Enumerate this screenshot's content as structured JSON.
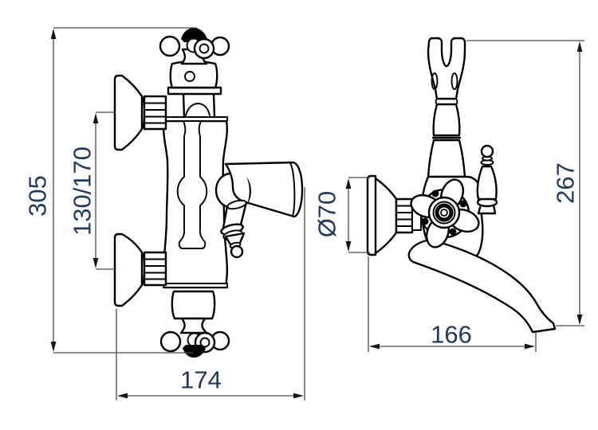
{
  "dimension_labels": {
    "front_height": "305",
    "inlet_spacing": "130/170",
    "front_width": "174",
    "flange_diameter": "Ø70",
    "side_height": "267",
    "spout_reach": "166"
  },
  "colors": {
    "background": "#ffffff",
    "drawing_line": "#000000",
    "dimension_line": "#4a4a4a",
    "dimension_text": "#20395f"
  }
}
